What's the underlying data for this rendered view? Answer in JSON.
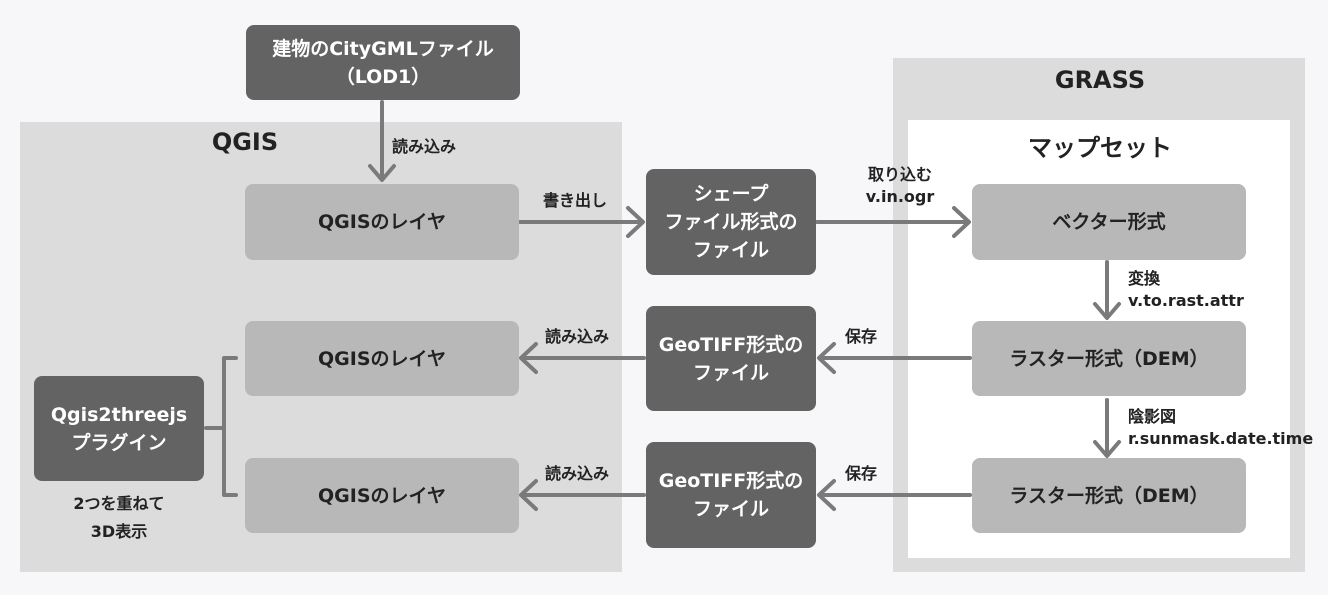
{
  "source_box": {
    "line1": "建物のCityGMLファイル",
    "line2": "（LOD1）"
  },
  "qgis": {
    "title": "QGIS",
    "layer1": "QGISのレイヤ",
    "layer2": "QGISのレイヤ",
    "layer3": "QGISのレイヤ",
    "plugin": {
      "line1": "Qgis2threejs",
      "line2": "プラグイン"
    },
    "note": {
      "line1": "2つを重ねて",
      "line2": "3D表示"
    }
  },
  "middle": {
    "shapefile": {
      "line1": "シェープ",
      "line2": "ファイル形式の",
      "line3": "ファイル"
    },
    "geotiff1": {
      "line1": "GeoTIFF形式の",
      "line2": "ファイル"
    },
    "geotiff2": {
      "line1": "GeoTIFF形式の",
      "line2": "ファイル"
    }
  },
  "grass": {
    "title": "GRASS",
    "mapset": {
      "title": "マップセット",
      "vector": "ベクター形式",
      "raster1": "ラスター形式（DEM）",
      "raster2": "ラスター形式（DEM）"
    }
  },
  "labels": {
    "read_in_top": "読み込み",
    "export": "書き出し",
    "import": "取り込む",
    "import_cmd": "v.in.ogr",
    "convert": "変換",
    "convert_cmd": "v.to.rast.attr",
    "shade": "陰影図",
    "shade_cmd": "r.sunmask.date.time",
    "save1": "保存",
    "save2": "保存",
    "read_in_1": "読み込み",
    "read_in_2": "読み込み"
  }
}
